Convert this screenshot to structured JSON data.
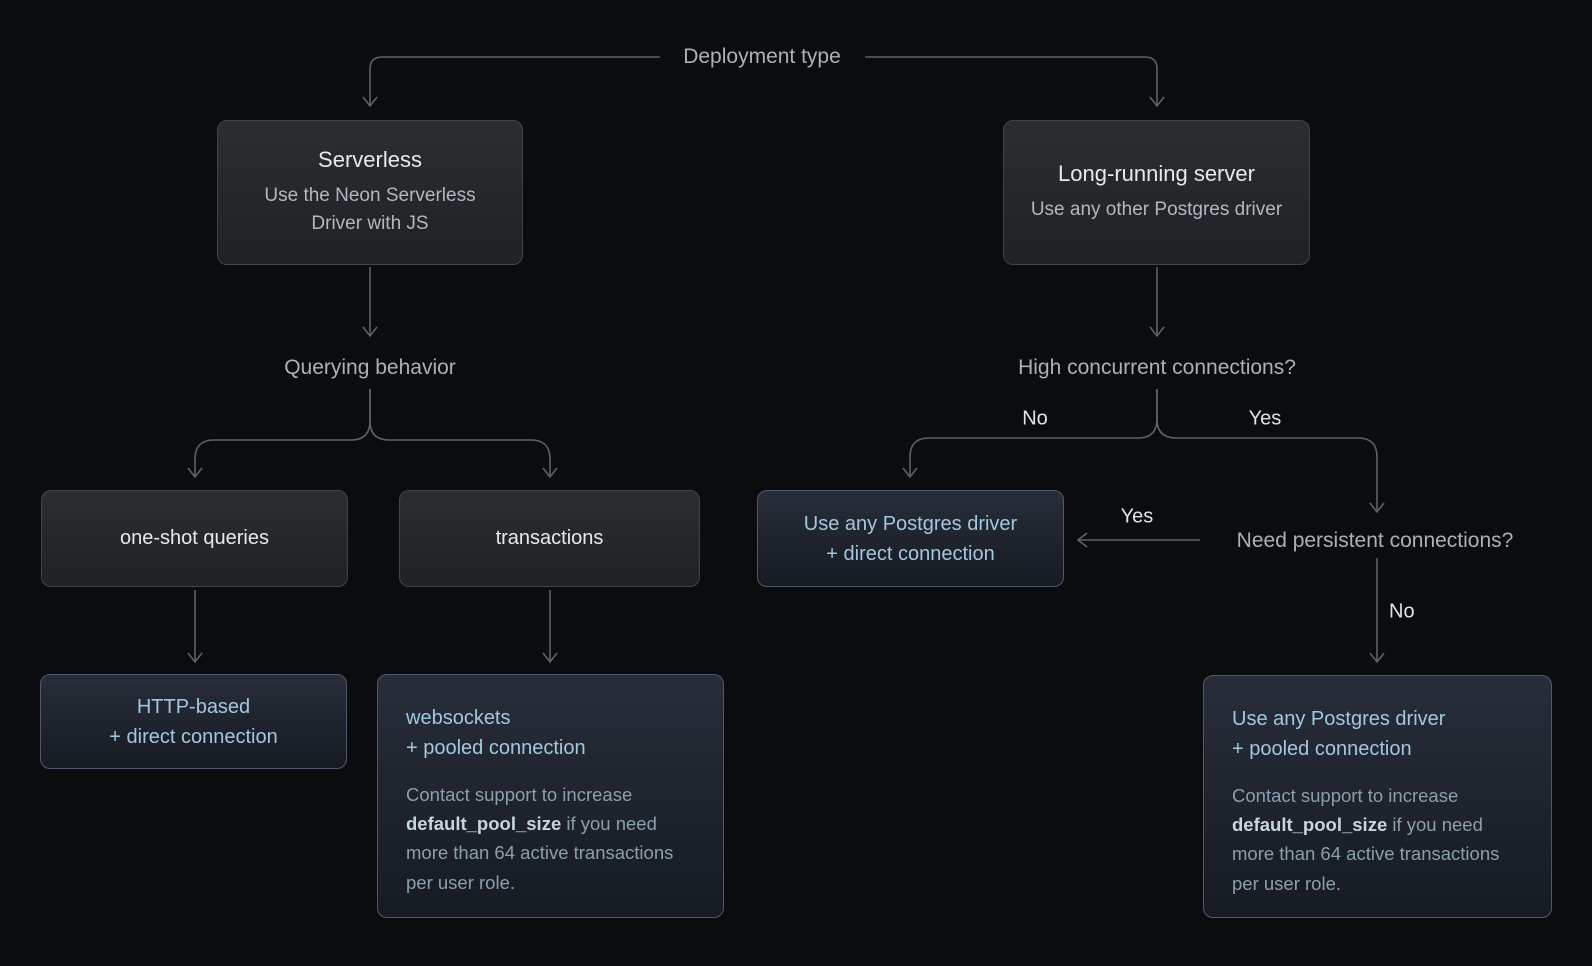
{
  "diagram": {
    "labels": {
      "deployment_type": "Deployment type",
      "querying_behavior": "Querying behavior",
      "high_concurrent": "High concurrent connections?",
      "need_persistent": "Need persistent connections?",
      "branch_no": "No",
      "branch_yes": "Yes",
      "persistent_yes": "Yes",
      "persistent_no": "No"
    },
    "nodes": {
      "serverless": {
        "title": "Serverless",
        "subtitle": "Use the Neon Serverless Driver with JS"
      },
      "long_running": {
        "title": "Long-running server",
        "subtitle": "Use any other Postgres driver"
      },
      "one_shot": {
        "label": "one-shot queries"
      },
      "transactions": {
        "label": "transactions"
      },
      "http_based": {
        "line1": "HTTP-based",
        "line2": "+ direct connection"
      },
      "direct_connection": {
        "line1": "Use any Postgres driver",
        "line2": "+ direct connection"
      },
      "websockets": {
        "line1": "websockets",
        "line2": "+ pooled connection",
        "note_pre": "Contact support to increase ",
        "note_bold": "default_pool_size",
        "note_post": " if you need more than 64 active transactions per user role."
      },
      "pooled_connection": {
        "line1": "Use any Postgres driver",
        "line2": "+ pooled connection",
        "note_pre": "Contact support to increase ",
        "note_bold": "default_pool_size",
        "note_post": " if you need more than 64 active transactions per user role."
      }
    },
    "colors": {
      "background": "#0b0c0e",
      "line": "#5c6269",
      "label_text": "#a9b1ba",
      "branch_label_text": "#dfe3e7",
      "box_dark_fill_top": "#2b2d32",
      "box_dark_fill_bottom": "#1f2125",
      "box_dark_border": "#3f434a",
      "box_dark_title": "#e7e9ec",
      "box_dark_subtitle": "#b2b8c0",
      "box_blue_fill_top": "#272d3a",
      "box_blue_fill_bottom": "#161a21",
      "box_blue_border": "#4e5a6b",
      "box_blue_text": "#a2c8e0",
      "note_text": "#8b9fae",
      "note_bold": "#c6d5e0"
    }
  }
}
